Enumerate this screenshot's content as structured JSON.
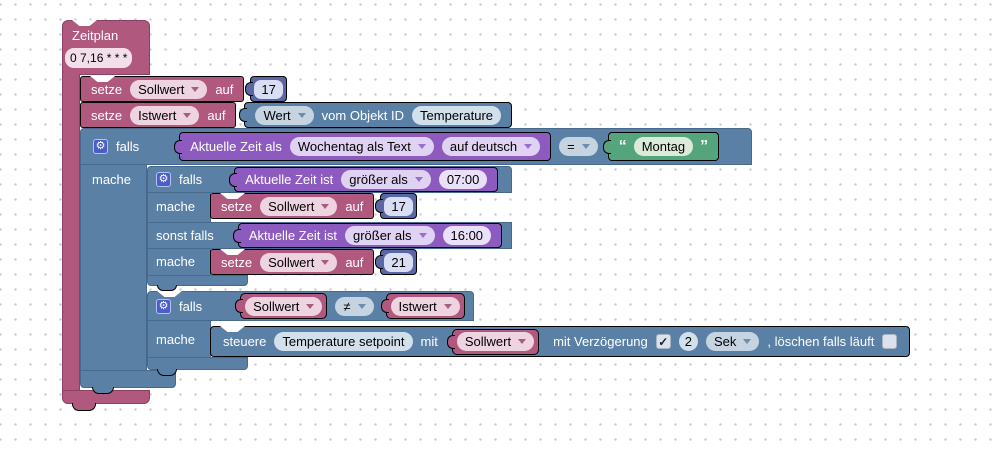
{
  "colors": {
    "schedule_block": "#b1587f",
    "logic_block": "#5b80a5",
    "time_block": "#8d5bbf",
    "text_block": "#54a57c",
    "number_block": "#5b67a5"
  },
  "schedule": {
    "title": "Zeitplan",
    "cron": "0 7,16 * * *"
  },
  "set1": {
    "setze": "setze",
    "variable": "Sollwert",
    "auf": "auf",
    "value": "17"
  },
  "set2": {
    "setze": "setze",
    "variable": "Istwert",
    "auf": "auf",
    "getter": {
      "attr": "Wert",
      "label": "vom Objekt ID",
      "object_id": "Temperature"
    }
  },
  "outer_if": {
    "falls": "falls",
    "mache": "mache",
    "condition": {
      "time_convert": {
        "label": "Aktuelle Zeit als",
        "format": "Wochentag als Text",
        "language": "auf deutsch"
      },
      "operator": "=",
      "text_value": {
        "quote_open": "“",
        "value": "Montag",
        "quote_close": "”"
      }
    }
  },
  "inner_if_time": {
    "falls": "falls",
    "mache1": "mache",
    "sonst_falls": "sonst falls",
    "mache2": "mache",
    "condition1": {
      "label": "Aktuelle Zeit ist",
      "operator": "größer als",
      "time": "07:00"
    },
    "condition2": {
      "label": "Aktuelle Zeit ist",
      "operator": "größer als",
      "time": "16:00"
    },
    "set_a": {
      "setze": "setze",
      "variable": "Sollwert",
      "auf": "auf",
      "value": "17"
    },
    "set_b": {
      "setze": "setze",
      "variable": "Sollwert",
      "auf": "auf",
      "value": "21"
    }
  },
  "inner_if_compare": {
    "falls": "falls",
    "mache": "mache",
    "condition": {
      "left": "Sollwert",
      "operator": "≠",
      "right": "Istwert"
    },
    "control": {
      "steuere": "steuere",
      "object_id": "Temperature setpoint",
      "mit": "mit",
      "variable": "Sollwert",
      "delay_label": "mit Verzögerung",
      "delay_checked": "✓",
      "delay_value": "2",
      "delay_unit": "Sek",
      "clear_label": ", löschen falls läuft",
      "clear_checked": ""
    }
  }
}
